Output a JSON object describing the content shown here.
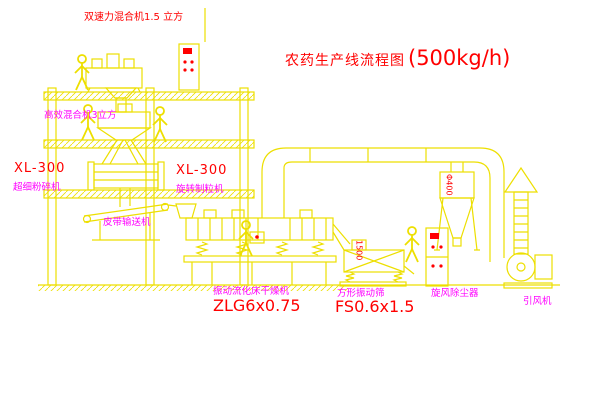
{
  "title": {
    "name": "农药生产线流程图",
    "capacity": "(500kg/h)"
  },
  "labels": {
    "top_mixer": "双速力混合机1.5 立方",
    "mixer2": "高效混合机3立方",
    "left_model": "XL-300",
    "left_name": "超细粉碎机",
    "mid_model": "XL-300",
    "mid_name": "旋转制粒机",
    "conveyor": "皮带输送机",
    "dryer_name": "振动流化床干燥机",
    "dryer_model": "ZLG6x0.75",
    "screen_name": "方形振动筛",
    "screen_model": "FS0.6x1.5",
    "cyclone_name": "旋风除尘器",
    "fan_name": "引风机"
  },
  "dimensions": {
    "screen_dim": "1500",
    "cyclone_pipe_dim": "Φ400"
  },
  "colors": {
    "line_yellow": "#eddf00",
    "label_red": "#ff0000",
    "label_magenta": "#ff00ff",
    "background": "#ffffff"
  }
}
